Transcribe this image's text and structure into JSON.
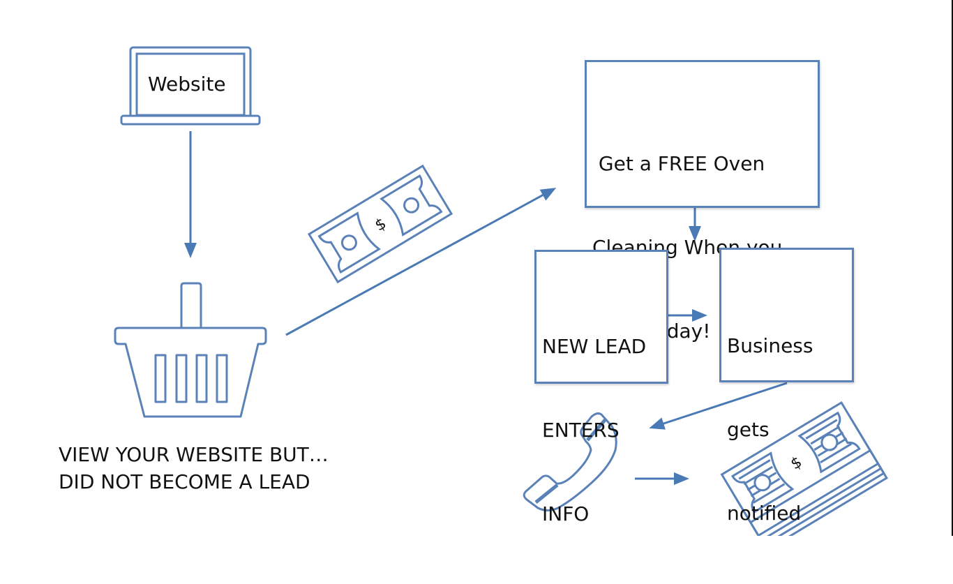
{
  "diagram": {
    "accent_color": "#4a7ab5",
    "nodes": {
      "website": {
        "label": "Website",
        "icon": "laptop-icon"
      },
      "basket": {
        "icon": "shopping-basket-icon"
      },
      "caption": {
        "line1": "VIEW YOUR WEBSITE BUT…",
        "line2": "DID NOT BECOME A LEAD"
      },
      "cash_single": {
        "icon": "dollar-bill-icon",
        "symbol": "$"
      },
      "offer": {
        "line1": " Get a FREE Oven",
        "line2": "Cleaning When you",
        "line3": "Book today!"
      },
      "new_lead": {
        "line1": "NEW LEAD",
        "line2": "ENTERS",
        "line3": "INFO"
      },
      "notified": {
        "line1": "Business",
        "line2": "gets",
        "line3": "notified"
      },
      "phone": {
        "icon": "phone-handset-icon"
      },
      "cash_stack": {
        "icon": "money-stack-icon",
        "symbol": "$"
      }
    },
    "edges": [
      {
        "from": "website",
        "to": "basket"
      },
      {
        "from": "basket",
        "to": "offer"
      },
      {
        "from": "offer",
        "to": "new_lead"
      },
      {
        "from": "new_lead",
        "to": "notified"
      },
      {
        "from": "notified",
        "to": "phone"
      },
      {
        "from": "phone",
        "to": "cash_stack"
      }
    ]
  }
}
